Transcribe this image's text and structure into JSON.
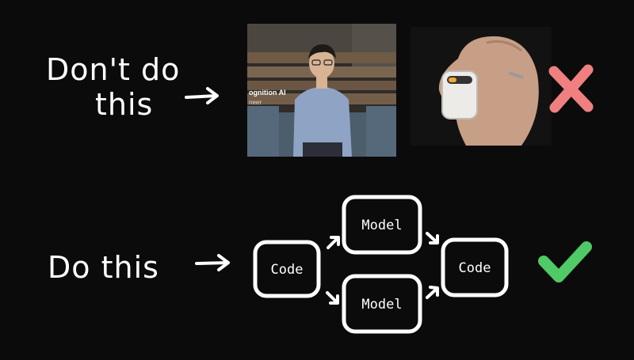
{
  "top_row": {
    "label_line1": "Don't do",
    "label_line2": "this",
    "photo_caption": "ognition AI",
    "photo_subcaption": "neer"
  },
  "bottom_row": {
    "label": "Do this"
  },
  "diagram": {
    "nodes": [
      {
        "id": "code-left",
        "label": "Code"
      },
      {
        "id": "model-top",
        "label": "Model"
      },
      {
        "id": "model-bottom",
        "label": "Model"
      },
      {
        "id": "code-right",
        "label": "Code"
      }
    ]
  },
  "colors": {
    "background": "#0b0b0b",
    "cross": "#f08080",
    "check": "#4fca66",
    "ink": "#ffffff"
  },
  "icons": {
    "wrong": "cross-icon",
    "right": "check-icon",
    "pointer": "arrow-right-icon"
  }
}
